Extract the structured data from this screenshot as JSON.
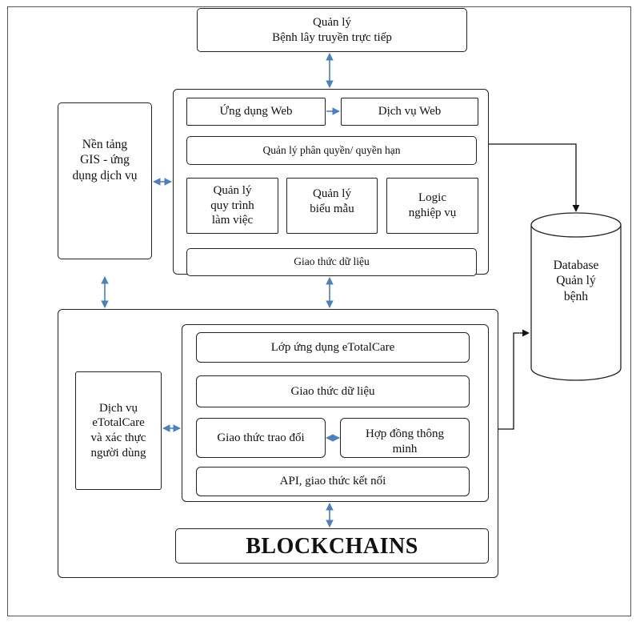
{
  "top_box": {
    "label": "Quản lý\nBệnh lây truyền trực tiếp"
  },
  "gis": {
    "label": "Nền tảng\nGIS - ứng\ndụng dịch vụ"
  },
  "web_app": {
    "label": "Ứng dụng Web"
  },
  "web_service": {
    "label": "Dịch vụ Web"
  },
  "permissions": {
    "label": "Quản lý phân quyền/ quyền hạn"
  },
  "workflow": {
    "label": "Quản lý\nquy trình\nlàm việc"
  },
  "forms": {
    "label": "Quản lý\nbiểu mẫu"
  },
  "logic": {
    "label": "Logic\nnghiệp vụ"
  },
  "data_protocol_top": {
    "label": "Giao thức dữ liệu"
  },
  "database": {
    "label": "Database\nQuản lý\nbệnh"
  },
  "etc_service": {
    "label": "Dịch vụ\neTotalCare\nvà xác thực\nngười dùng"
  },
  "etc_app_layer": {
    "label": "Lớp ứng dụng eTotalCare"
  },
  "data_protocol_bottom": {
    "label": "Giao thức dữ liệu"
  },
  "exchange_protocol": {
    "label": "Giao thức trao đổi"
  },
  "smart_contract": {
    "label": "Hợp đồng thông\nminh"
  },
  "api": {
    "label": "API, giao thức kết nối"
  },
  "blockchains": {
    "label": "BLOCKCHAINS"
  },
  "colors": {
    "arrow": "#4a7fc0",
    "line": "#111111",
    "border": "#222222"
  }
}
